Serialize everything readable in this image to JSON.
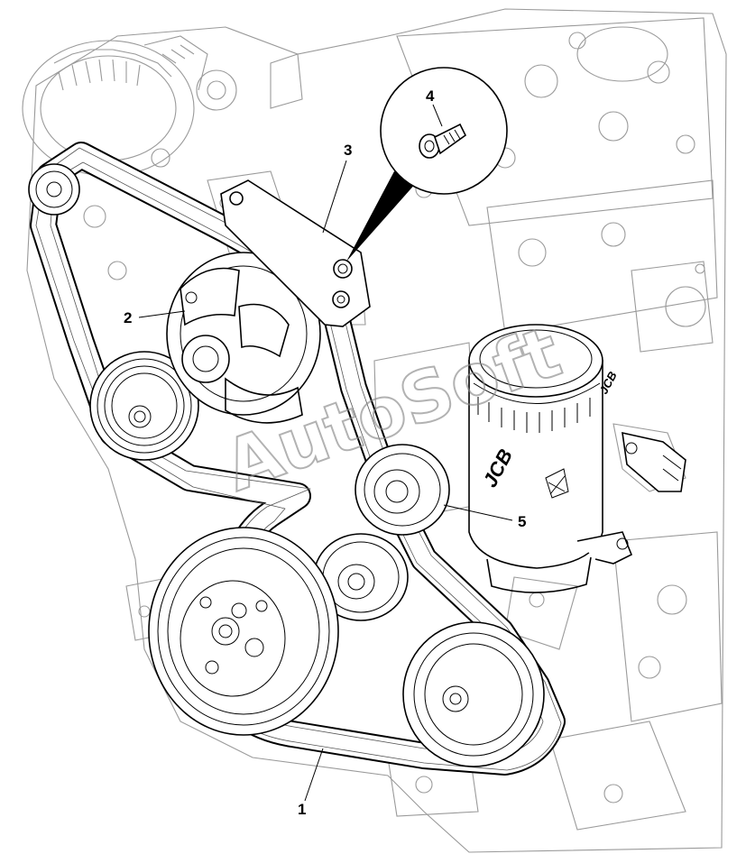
{
  "figure": {
    "callouts": [
      {
        "id": "1",
        "label": "1"
      },
      {
        "id": "2",
        "label": "2"
      },
      {
        "id": "3",
        "label": "3"
      },
      {
        "id": "4",
        "label": "4"
      },
      {
        "id": "5",
        "label": "5"
      }
    ],
    "filter_logo": "JCB",
    "block_logo": "JCB",
    "watermark": "AutoSoft"
  }
}
